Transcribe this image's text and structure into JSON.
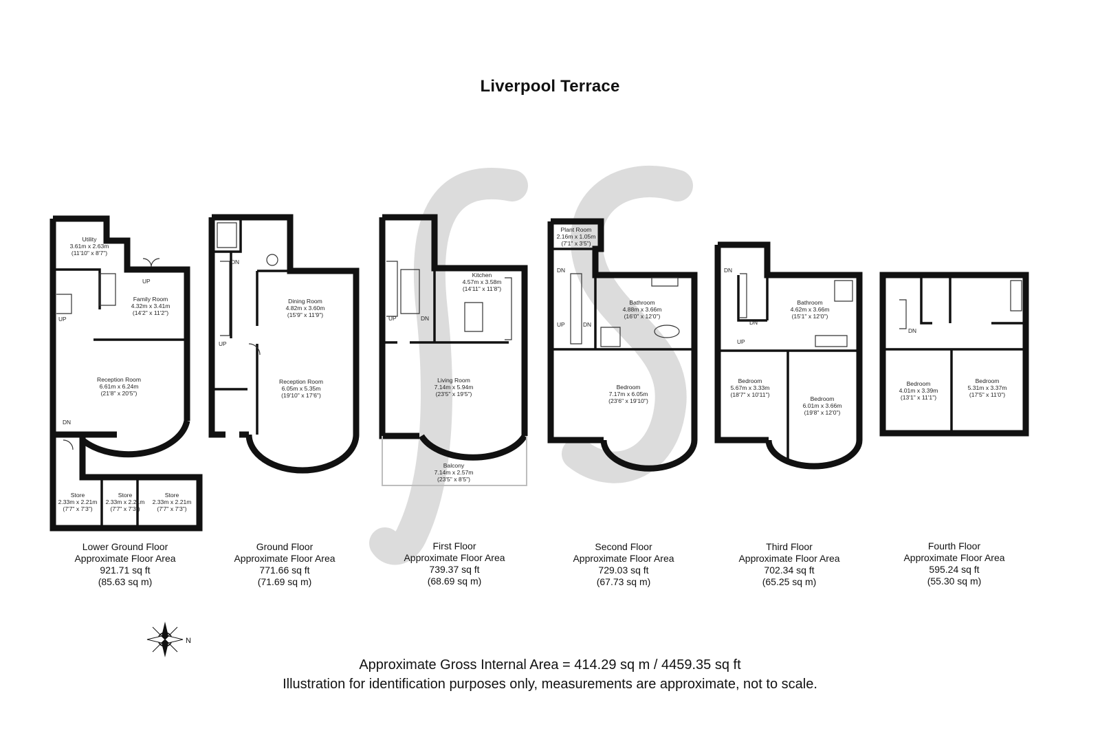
{
  "title": "Liverpool Terrace",
  "floors": [
    {
      "name": "Lower Ground Floor",
      "area_label": "Approximate Floor Area",
      "sqft": "921.71 sq ft",
      "sqm": "(85.63 sq m)",
      "rooms": [
        {
          "name": "Utility",
          "metric": "3.61m x 2.63m",
          "imperial": "(11'10\" x 8'7\")"
        },
        {
          "name": "Family Room",
          "metric": "4.32m x 3.41m",
          "imperial": "(14'2\" x 11'2\")"
        },
        {
          "name": "Reception Room",
          "metric": "6.61m x 6.24m",
          "imperial": "(21'8\" x 20'5\")"
        },
        {
          "name": "Store",
          "metric": "2.33m x 2.21m",
          "imperial": "(7'7\" x 7'3\")"
        },
        {
          "name": "Store",
          "metric": "2.33m x 2.21m",
          "imperial": "(7'7\" x 7'3\")"
        },
        {
          "name": "Store",
          "metric": "2.33m x 2.21m",
          "imperial": "(7'7\" x 7'3\")"
        }
      ]
    },
    {
      "name": "Ground Floor",
      "area_label": "Approximate Floor Area",
      "sqft": "771.66 sq ft",
      "sqm": "(71.69 sq m)",
      "rooms": [
        {
          "name": "Dining Room",
          "metric": "4.82m x 3.60m",
          "imperial": "(15'9\" x 11'9\")"
        },
        {
          "name": "Reception Room",
          "metric": "6.05m x 5.35m",
          "imperial": "(19'10\" x 17'6\")"
        }
      ]
    },
    {
      "name": "First Floor",
      "area_label": "Approximate Floor Area",
      "sqft": "739.37 sq ft",
      "sqm": "(68.69 sq m)",
      "rooms": [
        {
          "name": "Kitchen",
          "metric": "4.57m x 3.58m",
          "imperial": "(14'11\" x 11'8\")"
        },
        {
          "name": "Living Room",
          "metric": "7.14m x 5.94m",
          "imperial": "(23'5\" x 19'5\")"
        },
        {
          "name": "Balcony",
          "metric": "7.14m x 2.57m",
          "imperial": "(23'5\" x 8'5\")"
        }
      ]
    },
    {
      "name": "Second Floor",
      "area_label": "Approximate Floor Area",
      "sqft": "729.03 sq ft",
      "sqm": "(67.73 sq m)",
      "rooms": [
        {
          "name": "Plant Room",
          "metric": "2.16m x 1.05m",
          "imperial": "(7'1\" x 3'5\")"
        },
        {
          "name": "Bathroom",
          "metric": "4.88m x 3.66m",
          "imperial": "(16'0\" x 12'0\")"
        },
        {
          "name": "Bedroom",
          "metric": "7.17m x 6.05m",
          "imperial": "(23'6\" x 19'10\")"
        }
      ]
    },
    {
      "name": "Third Floor",
      "area_label": "Approximate Floor Area",
      "sqft": "702.34 sq ft",
      "sqm": "(65.25 sq m)",
      "rooms": [
        {
          "name": "Bathroom",
          "metric": "4.62m x 3.66m",
          "imperial": "(15'1\" x 12'0\")"
        },
        {
          "name": "Bedroom",
          "metric": "5.67m x 3.33m",
          "imperial": "(18'7\" x 10'11\")"
        },
        {
          "name": "Bedroom",
          "metric": "6.01m x 3.66m",
          "imperial": "(19'8\" x 12'0\")"
        }
      ]
    },
    {
      "name": "Fourth Floor",
      "area_label": "Approximate Floor Area",
      "sqft": "595.24 sq ft",
      "sqm": "(55.30 sq m)",
      "rooms": [
        {
          "name": "Bedroom",
          "metric": "4.01m x 3.39m",
          "imperial": "(13'1\" x 11'1\")"
        },
        {
          "name": "Bedroom",
          "metric": "5.31m x 3.37m",
          "imperial": "(17'5\" x 11'0\")"
        }
      ]
    }
  ],
  "stair_labels": {
    "up": "UP",
    "down": "DN"
  },
  "compass": {
    "north": "N",
    "icon": "compass-rose-icon"
  },
  "watermark": {
    "icon": "js-monogram-watermark-icon"
  },
  "footer": {
    "gross_area": "Approximate Gross Internal Area = 414.29 sq m / 4459.35 sq ft",
    "disclaimer": "Illustration for identification purposes only, measurements are approximate, not to scale."
  },
  "colors": {
    "wall": "#111111",
    "watermark": "#dcdcdc",
    "balcony_outline": "#bdbdbd"
  }
}
